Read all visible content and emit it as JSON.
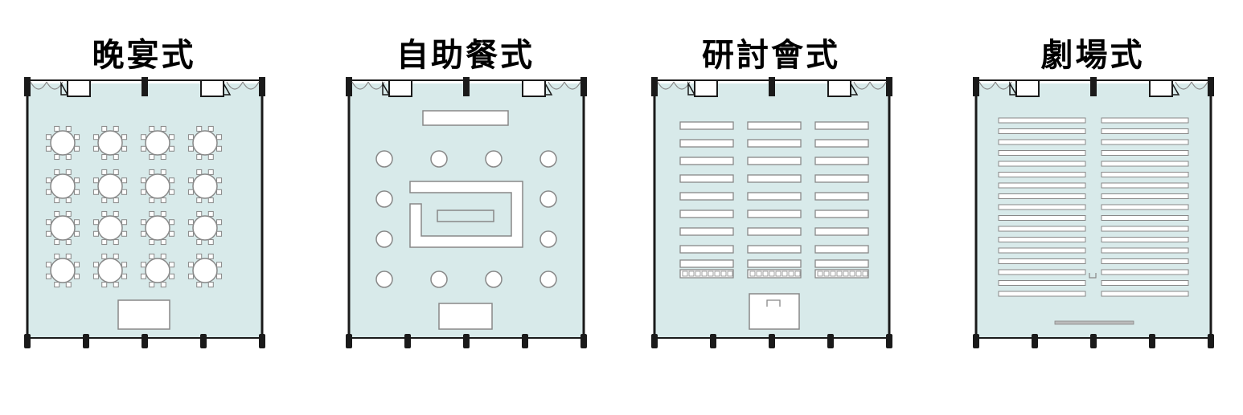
{
  "layouts": [
    {
      "id": "banquet",
      "title": "晚宴式"
    },
    {
      "id": "buffet",
      "title": "自助餐式"
    },
    {
      "id": "seminar",
      "title": "研討會式"
    },
    {
      "id": "theater",
      "title": "劇場式"
    }
  ],
  "colors": {
    "floor": "#d8eaea",
    "wall": "#1a1a1a",
    "outline": "#888888",
    "furniture": "#ffffff",
    "title": "#000000"
  }
}
